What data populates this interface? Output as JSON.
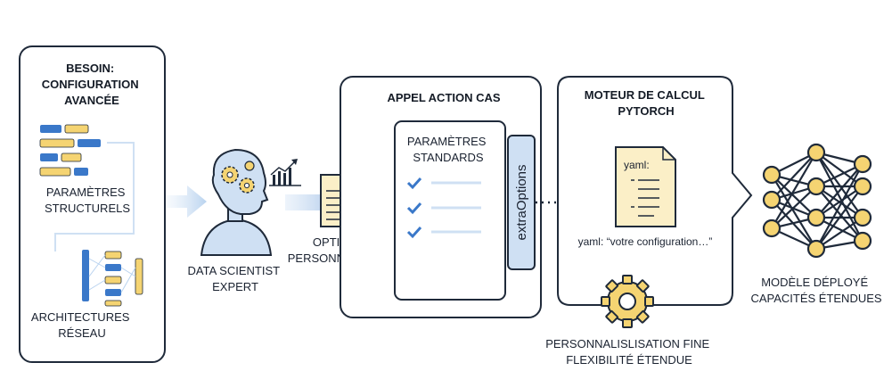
{
  "besoin": {
    "title_lines": [
      "BESOIN:",
      "CONFIGURATION",
      "AVANCÉE"
    ],
    "structurels_lines": [
      "PARAMÈTRES",
      "STRUCTURELS"
    ],
    "architectures_lines": [
      "ARCHITECTURES",
      "RÉSEAU"
    ]
  },
  "data_scientist": {
    "label_lines": [
      "DATA SCIENTIST",
      "EXPERT"
    ]
  },
  "options": {
    "label_lines": [
      "OPTIONS",
      "PERSONNALISÉES"
    ]
  },
  "appel": {
    "title": "APPEL ACTION CAS",
    "standards_lines": [
      "PARAMÈTRES",
      "STANDARDS"
    ],
    "extra_label": "extraOptions"
  },
  "moteur": {
    "title_lines": [
      "MOTEUR DE CALCUL",
      "PYTORCH"
    ],
    "yaml_header": "yaml:",
    "yaml_caption": "yaml: “votre configuration…”"
  },
  "flexibility": {
    "label_lines": [
      "PERSONNALISLISATION FINE",
      "FLEXIBILITÉ ÉTENDUE"
    ]
  },
  "modele": {
    "label_lines": [
      "MODÈLE DÉPLOYÉ",
      "CAPACITÉS ÉTENDUES"
    ]
  },
  "colors": {
    "navy": "#1f2a3a",
    "blue": "#3a78c9",
    "light_blue": "#cfe0f3",
    "yellow": "#f5d472",
    "paper": "#fbefc7"
  }
}
